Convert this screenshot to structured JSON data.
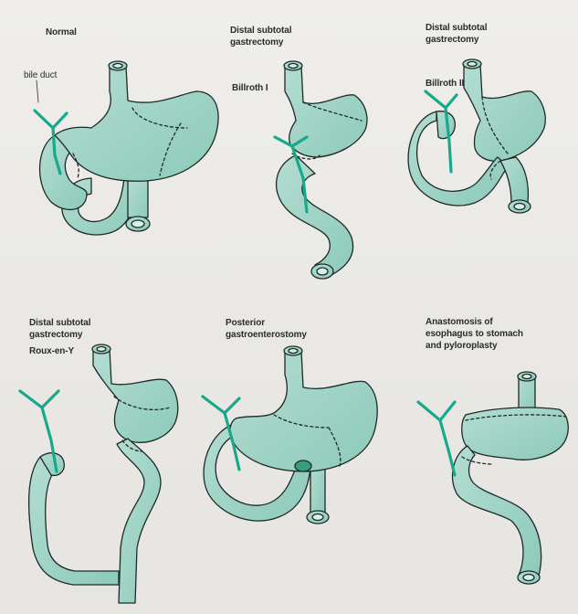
{
  "panels": [
    {
      "title_lines": [
        "Normal"
      ],
      "subtitle": ""
    },
    {
      "title_lines": [
        "Distal subtotal",
        "gastrectomy"
      ],
      "subtitle": "Billroth I"
    },
    {
      "title_lines": [
        "Distal subtotal",
        "gastrectomy"
      ],
      "subtitle": "Billroth II"
    },
    {
      "title_lines": [
        "Distal subtotal",
        "gastrectomy"
      ],
      "subtitle": "Roux-en-Y"
    },
    {
      "title_lines": [
        "Posterior",
        "gastroenterostomy"
      ],
      "subtitle": ""
    },
    {
      "title_lines": [
        "Anastomosis of",
        "esophagus to stomach",
        "and pyloroplasty"
      ],
      "subtitle": ""
    }
  ],
  "bile_duct_label": "bile duct",
  "colors": {
    "organ_fill": "#9fd3c6",
    "organ_shade": "#7fbfb0",
    "outline": "#1f2a28",
    "bile_duct": "#16a98c",
    "background": "#ecebe8"
  }
}
